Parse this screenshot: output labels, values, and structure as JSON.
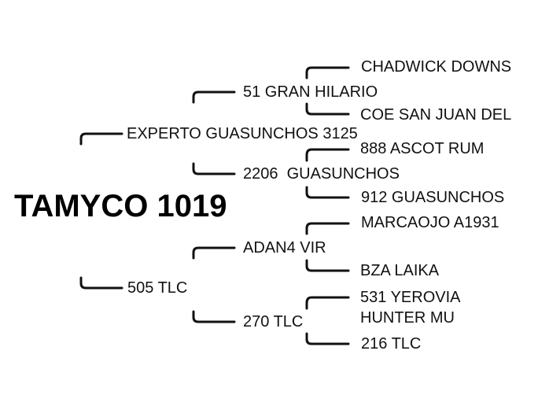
{
  "root": {
    "name": "TAMYCO 1019"
  },
  "parents": {
    "sire": "EXPERTO GUASUNCHOS 3125",
    "dam": "505 TLC"
  },
  "grandparents": {
    "sire_sire": "51 GRAN HILARIO",
    "sire_dam": "2206  GUASUNCHOS",
    "dam_sire": "ADAN4 VIR",
    "dam_dam": "270 TLC"
  },
  "great_grandparents": {
    "ss_sire": "CHADWICK DOWNS",
    "ss_dam": "COE SAN JUAN DEL",
    "sd_sire": "888 ASCOT RUM",
    "sd_dam": "912 GUASUNCHOS",
    "ds_sire": "MARCAOJO A1931",
    "ds_dam": "BZA LAIKA",
    "dd_sire": "531 YEROVIA HUNTER MU",
    "dd_dam": "216 TLC"
  }
}
